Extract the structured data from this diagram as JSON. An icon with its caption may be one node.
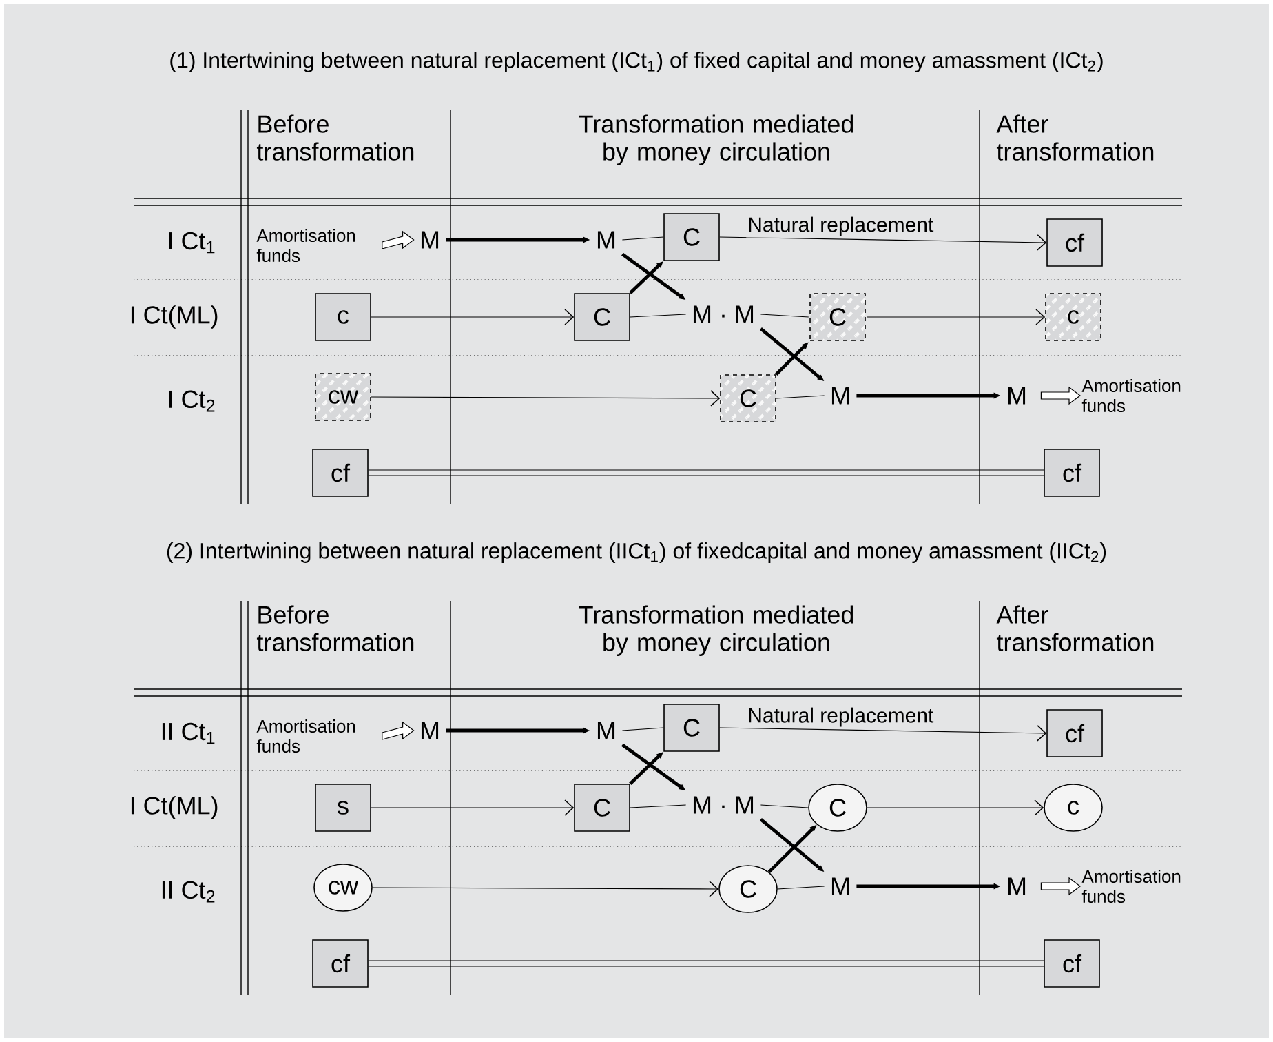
{
  "diagram": {
    "nodes": [
      {
        "text": [
          "Amortisation funds"
        ]
      },
      {
        "text": [
          "M"
        ]
      },
      {
        "text": [
          "M"
        ]
      },
      {
        "text": [
          "C"
        ]
      },
      {
        "text": [
          "cf"
        ]
      },
      {
        "text": [
          "c"
        ]
      },
      {
        "text": [
          "C"
        ]
      },
      {
        "text": [
          "M · M"
        ]
      },
      {
        "text": [
          "C"
        ]
      },
      {
        "text": [
          "c"
        ]
      },
      {
        "text": [
          "cw"
        ]
      },
      {
        "text": [
          "C"
        ]
      },
      {
        "text": [
          "M"
        ]
      },
      {
        "text": [
          "M"
        ]
      },
      {
        "text": [
          "Amortisation funds"
        ]
      },
      {
        "text": [
          "cf"
        ]
      },
      {
        "text": [
          "cf"
        ]
      },
      {
        "text": [
          "Amortisation funds"
        ]
      },
      {
        "text": [
          "M"
        ]
      },
      {
        "text": [
          "M"
        ]
      },
      {
        "text": [
          "C"
        ]
      },
      {
        "text": [
          "cf"
        ]
      },
      {
        "text": [
          "s"
        ]
      },
      {
        "text": [
          "C"
        ]
      },
      {
        "text": [
          "M · M"
        ]
      },
      {
        "text": [
          "C"
        ]
      },
      {
        "text": [
          "c"
        ]
      },
      {
        "text": [
          "cw"
        ]
      },
      {
        "text": [
          "C"
        ]
      },
      {
        "text": [
          "M"
        ]
      },
      {
        "text": [
          "M"
        ]
      },
      {
        "text": [
          "Amortisation funds"
        ]
      },
      {
        "text": [
          "cf"
        ]
      },
      {
        "text": [
          "cf"
        ]
      }
    ],
    "edges": [
      {
        "from": 0,
        "to": 1,
        "arrow": "to"
      },
      {
        "from": 1,
        "to": 2,
        "arrow": "to",
        "style": "thick"
      },
      {
        "from": 2,
        "to": 3,
        "arrow": "none"
      },
      {
        "from": 3,
        "to": 4,
        "arrow": "to",
        "label": "Natural replacement"
      },
      {
        "from": 6,
        "to": 3,
        "arrow": "to",
        "style": "thick"
      },
      {
        "from": 2,
        "to": 7,
        "arrow": "to",
        "style": "thick"
      },
      {
        "from": 5,
        "to": 6,
        "arrow": "to"
      },
      {
        "from": 6,
        "to": 7,
        "arrow": "none"
      },
      {
        "from": 7,
        "to": 8,
        "arrow": "none"
      },
      {
        "from": 8,
        "to": 9,
        "arrow": "to"
      },
      {
        "from": 11,
        "to": 8,
        "arrow": "to",
        "style": "thick"
      },
      {
        "from": 7,
        "to": 12,
        "arrow": "to",
        "style": "thick"
      },
      {
        "from": 10,
        "to": 11,
        "arrow": "to"
      },
      {
        "from": 11,
        "to": 12,
        "arrow": "none"
      },
      {
        "from": 12,
        "to": 13,
        "arrow": "to",
        "style": "thick"
      },
      {
        "from": 13,
        "to": 14,
        "arrow": "to"
      },
      {
        "from": 15,
        "to": 16,
        "arrow": "none"
      },
      {
        "from": 17,
        "to": 18,
        "arrow": "to"
      },
      {
        "from": 18,
        "to": 19,
        "arrow": "to",
        "style": "thick"
      },
      {
        "from": 19,
        "to": 20,
        "arrow": "none"
      },
      {
        "from": 20,
        "to": 21,
        "arrow": "to",
        "label": "Natural replacement"
      },
      {
        "from": 23,
        "to": 20,
        "arrow": "to",
        "style": "thick"
      },
      {
        "from": 19,
        "to": 24,
        "arrow": "to",
        "style": "thick"
      },
      {
        "from": 22,
        "to": 23,
        "arrow": "to"
      },
      {
        "from": 23,
        "to": 24,
        "arrow": "none"
      },
      {
        "from": 24,
        "to": 25,
        "arrow": "none"
      },
      {
        "from": 25,
        "to": 26,
        "arrow": "to"
      },
      {
        "from": 28,
        "to": 25,
        "arrow": "to",
        "style": "thick"
      },
      {
        "from": 24,
        "to": 29,
        "arrow": "to",
        "style": "thick"
      },
      {
        "from": 27,
        "to": 28,
        "arrow": "to"
      },
      {
        "from": 28,
        "to": 29,
        "arrow": "none"
      },
      {
        "from": 29,
        "to": 30,
        "arrow": "to",
        "style": "thick"
      },
      {
        "from": 30,
        "to": 31,
        "arrow": "to"
      },
      {
        "from": 32,
        "to": 33,
        "arrow": "none"
      }
    ],
    "labels": [
      "(1) Intertwining between natural replacement (ICt$_{1}$) of fixed capital and money amassment (ICt$_{2}$)",
      "Before transformation",
      "Transformation mediated by money circulation",
      "After transformation",
      "I Ct$_{1}$",
      "I Ct(ML)",
      "I Ct$_{2}$",
      "(2) Intertwining between natural replacement (IICt$_{1}$) of fixedcapital and money amassment (IICt$_{2}$)",
      "Before transformation",
      "Transformation mediated by money circulation",
      "After transformation",
      "II Ct$_{1}$",
      "I Ct(ML)",
      "II Ct$_{2}$"
    ]
  }
}
